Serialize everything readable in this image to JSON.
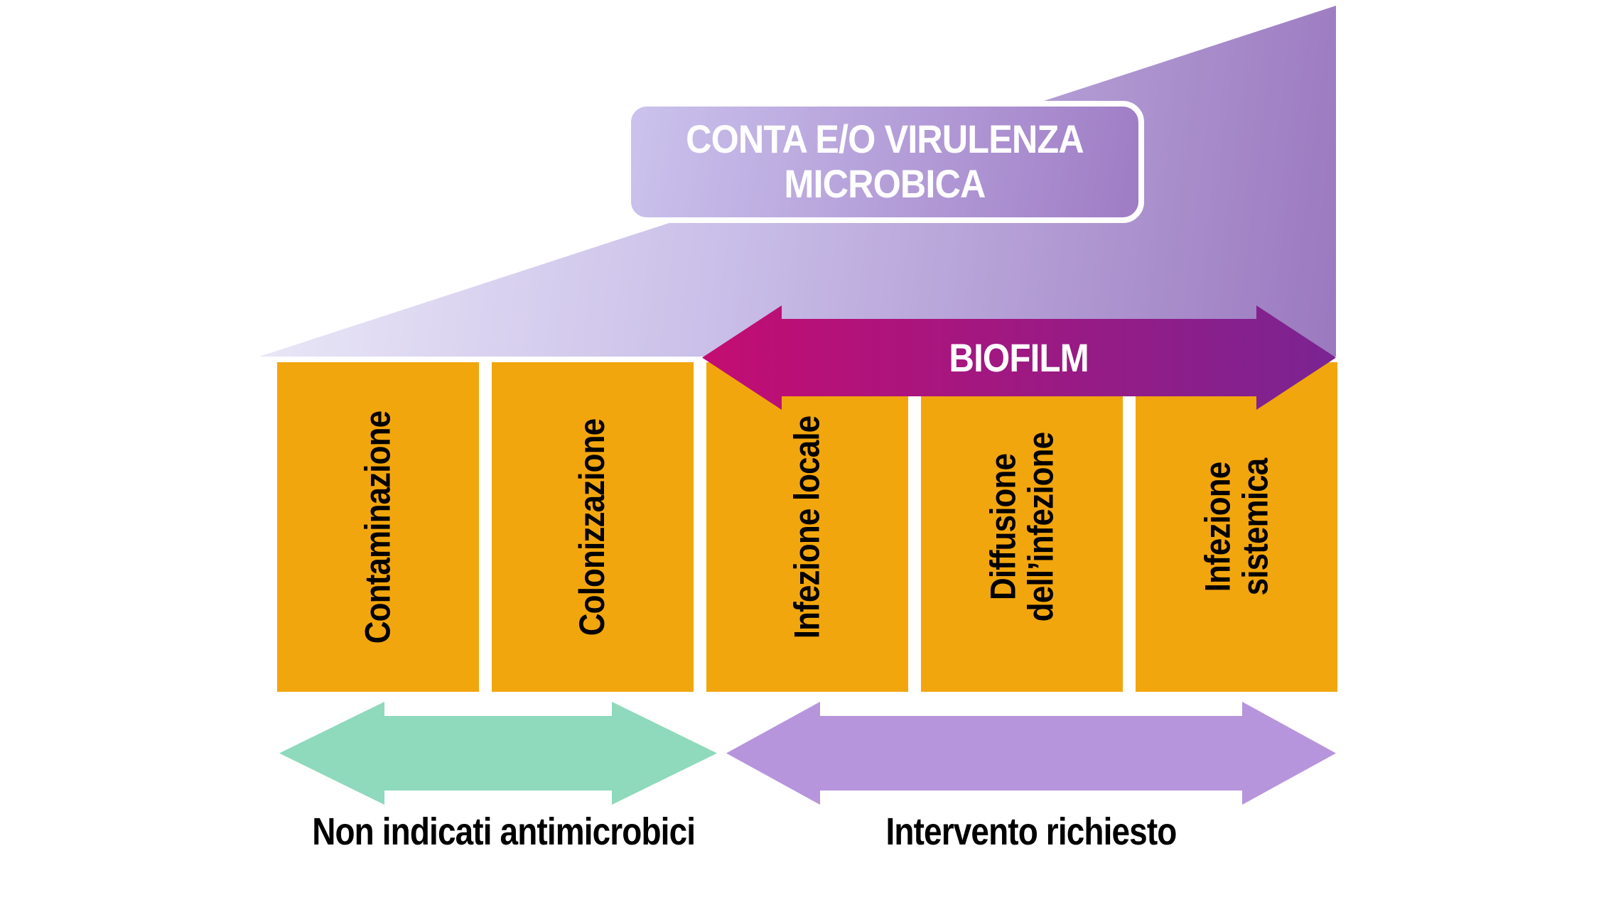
{
  "title_box": {
    "line1": "CONTA E/O VIRULENZA",
    "line2": "MICROBICA"
  },
  "biofilm_arrow": {
    "label": "BIOFILM"
  },
  "stages": [
    {
      "lines": [
        "Contaminazione"
      ]
    },
    {
      "lines": [
        "Colonizzazione"
      ]
    },
    {
      "lines": [
        "Infezione locale"
      ]
    },
    {
      "lines": [
        "Diffusione",
        "dell’infezione"
      ]
    },
    {
      "lines": [
        "Infezione",
        "sistemica"
      ]
    }
  ],
  "bottom_labels": {
    "left": "Non indicati antimicrobici",
    "right": "Intervento richiesto"
  },
  "colors": {
    "orange": "#F2A60D",
    "wedge_light": "#ECEAF8",
    "wedge_mid": "#C9BEE8",
    "wedge_dark": "#9B79BF",
    "title_light": "#CBC3ED",
    "title_dark": "#9F7CC5",
    "biofilm_left": "#C30D72",
    "biofilm_right": "#7A2492",
    "teal": "#8FD9BC",
    "lavender": "#B795DC",
    "label_black": "#000000",
    "white": "#FFFFFF",
    "background": "#FFFFFF"
  }
}
